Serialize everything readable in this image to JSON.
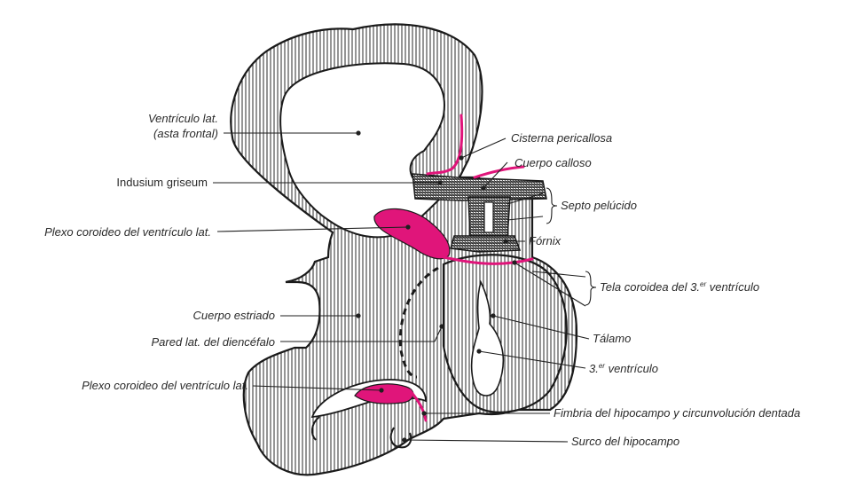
{
  "colors": {
    "background": "#ffffff",
    "ink": "#1a1a1a",
    "choroid_plexus": "#e0157a"
  },
  "labels": {
    "ventricle_frontal_1": "Ventrículo lat.",
    "ventricle_frontal_2": "(asta frontal)",
    "indusium": "Indusium griseum",
    "plexus_upper": "Plexo coroideo del ventrículo lat.",
    "striatum": "Cuerpo estriado",
    "diencephalon_wall": "Pared lat. del diencéfalo",
    "plexus_lower": "Plexo coroideo del ventrículo lat.",
    "pericallosal_cistern": "Cisterna pericallosa",
    "corpus_callosum": "Cuerpo calloso",
    "septum": "Septo pelúcido",
    "fornix": "Fórnix",
    "tela_main": "Tela coroidea del 3.",
    "tela_sup": "er",
    "tela_end": " ventrículo",
    "thalamus": "Tálamo",
    "third_v_main": "3.",
    "third_v_sup": "er",
    "third_v_end": " ventrículo",
    "fimbria": "Fimbria del hipocampo y circunvolución dentada",
    "hippocampal_sulcus": "Surco del hipocampo"
  }
}
